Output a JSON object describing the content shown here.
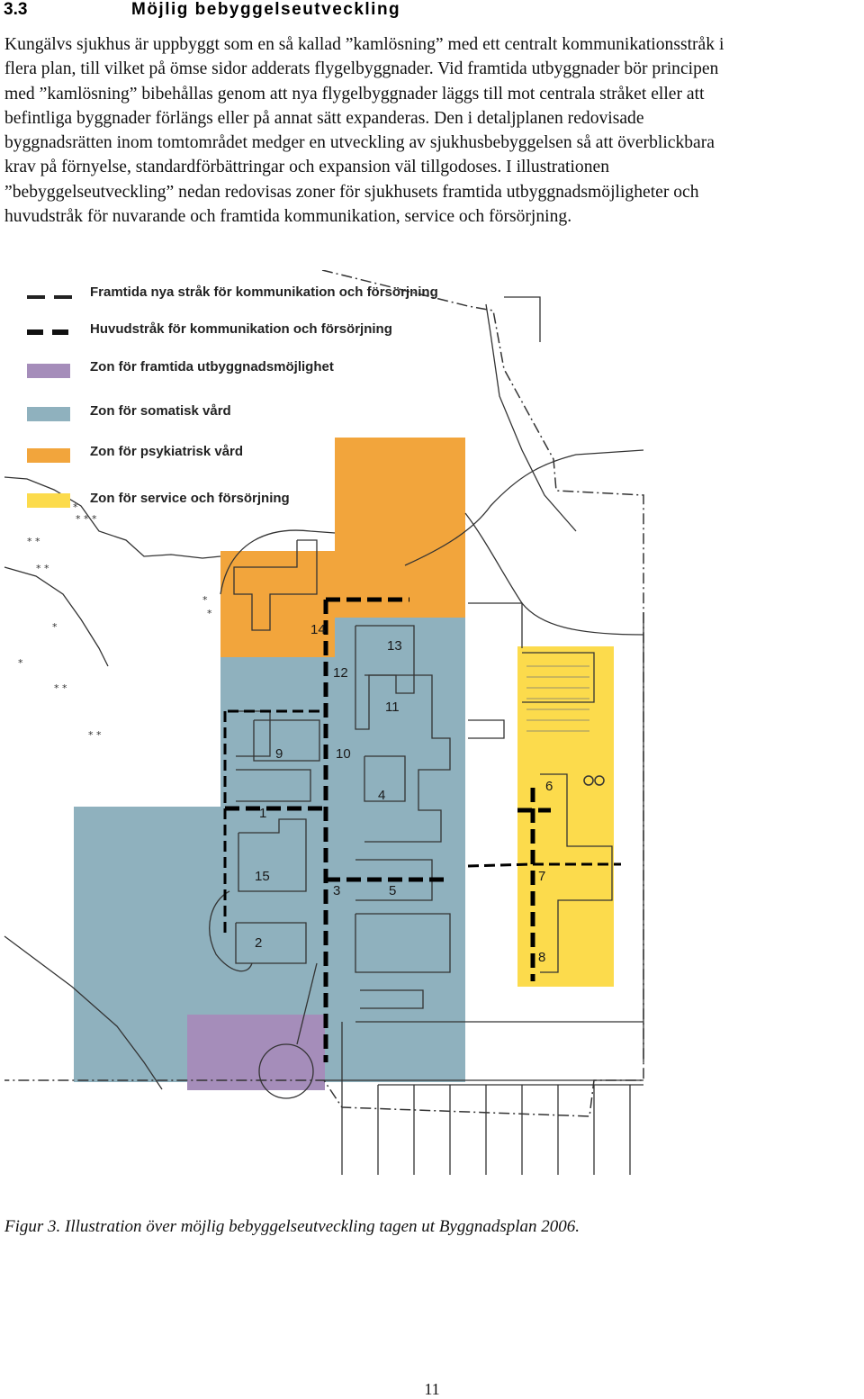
{
  "heading": {
    "number": "3.3",
    "title": "Möjlig bebyggelseutveckling"
  },
  "paragraph_lines": [
    "Kungälvs sjukhus är uppbyggt som en så kallad ”kamlösning” med ett centralt kommunikationsstråk i",
    "flera plan, till vilket på ömse sidor adderats flygelbyggnader. Vid framtida utbyggnader bör principen",
    "med ”kamlösning” bibehållas genom att nya flygelbyggnader läggs till mot centrala stråket eller att",
    "befintliga byggnader förlängs eller på annat sätt expanderas. Den i detaljplanen redovisade",
    "byggnadsrätten inom tomtområdet medger en utveckling av sjukhusbebyggelsen så att överblickbara",
    "krav på förnyelse, standardförbättringar och expansion väl tillgodoses. I illustrationen",
    "”bebyggelseutveckling” nedan redovisas zoner för sjukhusets framtida utbyggnadsmöjligheter och",
    "huvudstråk för nuvarande och framtida kommunikation, service och försörjning."
  ],
  "legend": [
    {
      "label": "Framtida nya stråk för kommunikation och försörjning",
      "symbol": "thin-dashed-line",
      "color": "#222222"
    },
    {
      "label": "Huvudstråk för kommunikation och försörjning",
      "symbol": "thick-dashed-line",
      "color": "#111111"
    },
    {
      "label": "Zon för framtida utbyggnadsmöjlighet",
      "symbol": "swatch",
      "color": "#a58dba"
    },
    {
      "label": "Zon för somatisk vård",
      "symbol": "swatch",
      "color": "#8fb1be"
    },
    {
      "label": "Zon för psykiatrisk vård",
      "symbol": "swatch",
      "color": "#f2a53c"
    },
    {
      "label": "Zon för service och försörjning",
      "symbol": "swatch",
      "color": "#fcdb4c"
    }
  ],
  "building_numbers": [
    "14",
    "13",
    "12",
    "11",
    "9",
    "10",
    "4",
    "1",
    "15",
    "3",
    "5",
    "2",
    "6",
    "7",
    "8"
  ],
  "caption": "Figur 3. Illustration över möjlig bebyggelseutveckling tagen ut Byggnadsplan 2006.",
  "page_number": "11"
}
